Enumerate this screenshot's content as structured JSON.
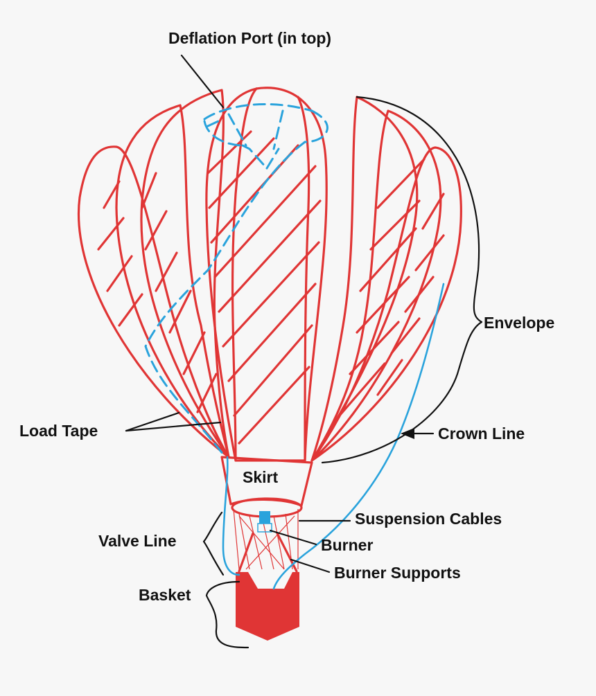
{
  "labels": {
    "deflation_port": "Deflation Port (in top)",
    "envelope": "Envelope",
    "load_tape": "Load Tape",
    "crown_line": "Crown Line",
    "skirt": "Skirt",
    "suspension_cables": "Suspension Cables",
    "valve_line": "Valve Line",
    "burner": "Burner",
    "burner_supports": "Burner Supports",
    "basket": "Basket"
  },
  "colors": {
    "envelope_red": "#e03535",
    "line_blue": "#2aa3dc",
    "label_text": "#111111",
    "background": "#f7f7f7"
  }
}
